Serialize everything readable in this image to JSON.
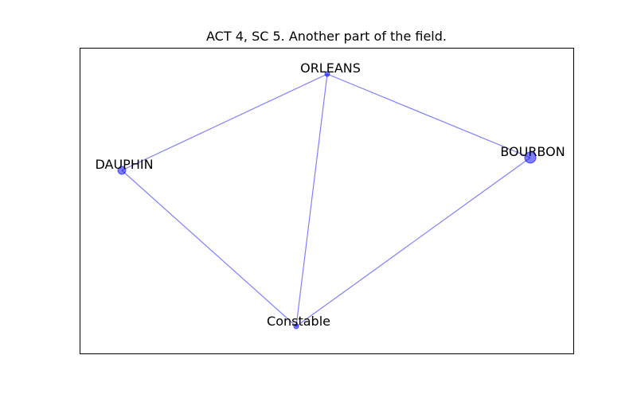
{
  "title": "ACT 4, SC 5. Another part of the field.",
  "colors": {
    "edge": "#0000ff",
    "node": "#0000ff",
    "frame": "#000000"
  },
  "chart_data": {
    "type": "network",
    "title": "ACT 4, SC 5. Another part of the field.",
    "nodes": [
      {
        "id": "ORLEANS",
        "label": "ORLEANS",
        "weight": 1
      },
      {
        "id": "DAUPHIN",
        "label": "DAUPHIN",
        "weight": 2
      },
      {
        "id": "BOURBON",
        "label": "BOURBON",
        "weight": 3
      },
      {
        "id": "Constable",
        "label": "Constable",
        "weight": 1
      }
    ],
    "edges": [
      {
        "source": "ORLEANS",
        "target": "DAUPHIN"
      },
      {
        "source": "ORLEANS",
        "target": "BOURBON"
      },
      {
        "source": "ORLEANS",
        "target": "Constable"
      },
      {
        "source": "DAUPHIN",
        "target": "Constable"
      },
      {
        "source": "BOURBON",
        "target": "Constable"
      }
    ]
  }
}
